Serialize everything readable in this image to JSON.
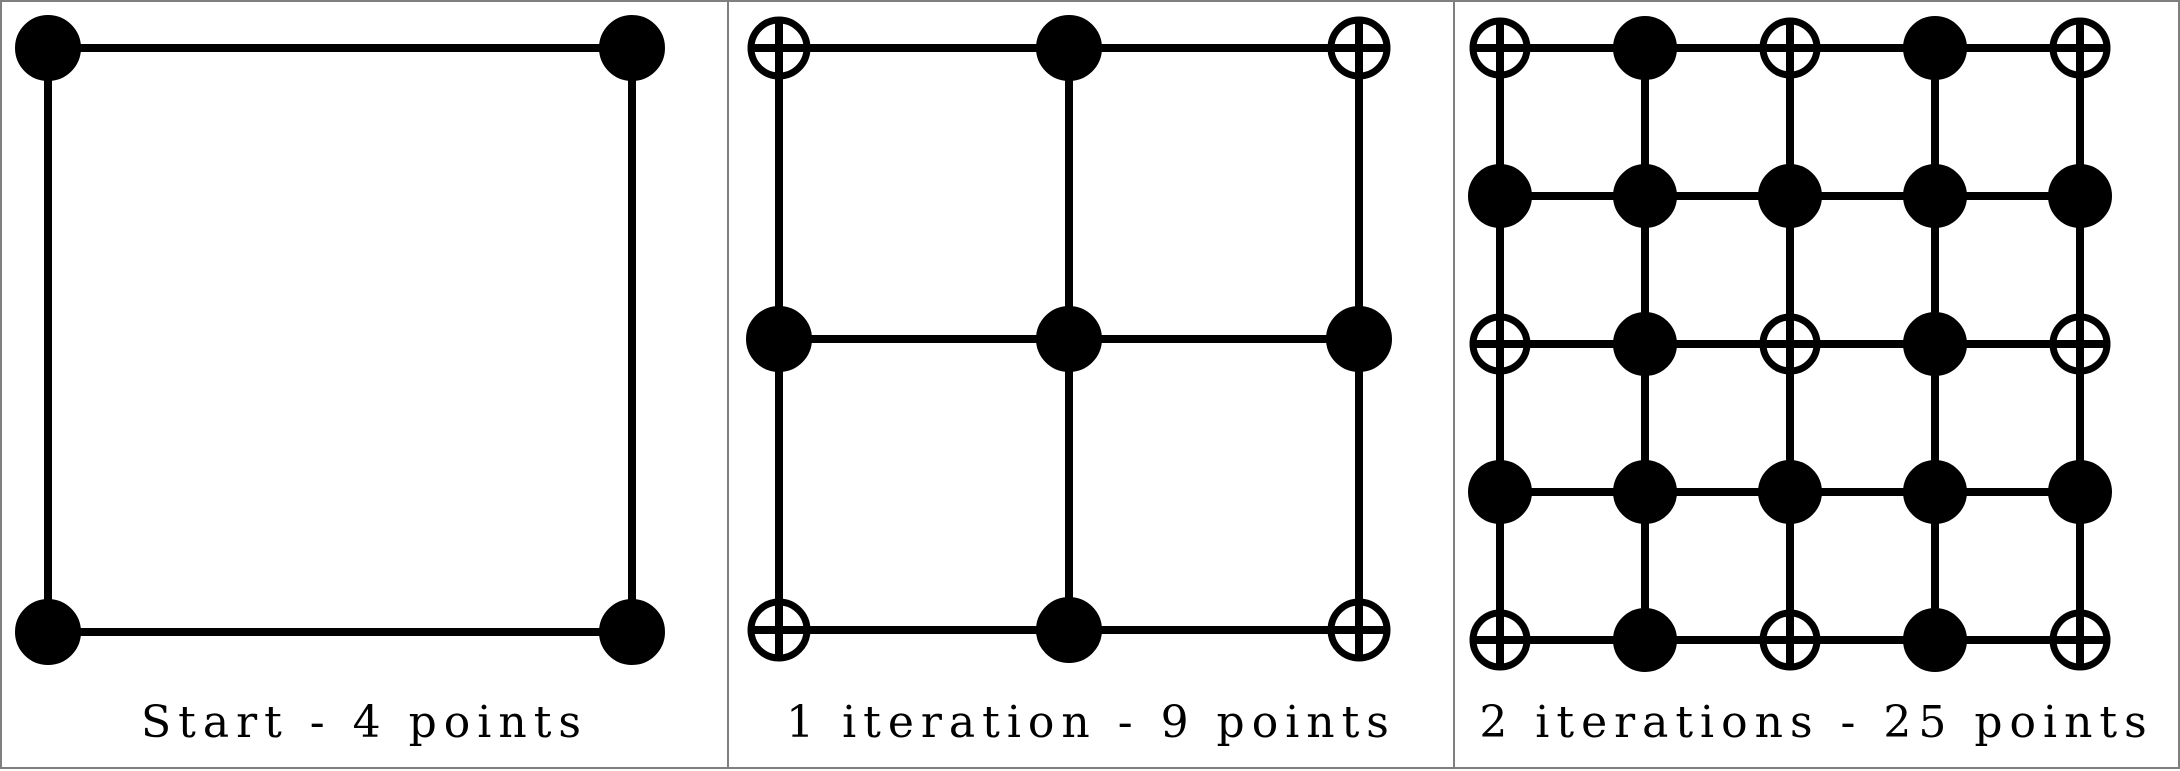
{
  "panels": [
    {
      "caption": "Start - 4 points",
      "grid_size": 2,
      "filled_pattern": "all"
    },
    {
      "caption": "1 iteration - 9 points",
      "grid_size": 3,
      "filled_pattern": "new"
    },
    {
      "caption": "2 iterations - 25 points",
      "grid_size": 5,
      "filled_pattern": "new"
    }
  ],
  "colors": {
    "line": "#000000",
    "background": "#ffffff",
    "border": "#7f7f7f"
  }
}
